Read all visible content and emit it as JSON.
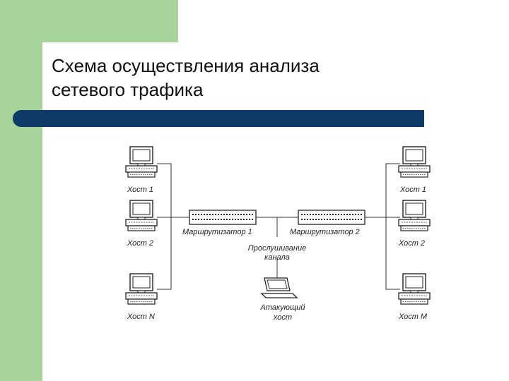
{
  "slide": {
    "title_line1": "Схема осуществления анализа",
    "title_line2": "сетевого трафика"
  },
  "diagram": {
    "left_hosts": [
      "Хост 1",
      "Хост 2",
      "Хост N"
    ],
    "right_hosts": [
      "Хост 1",
      "Хост 2",
      "Хост М"
    ],
    "router1": "Маршрутизатор 1",
    "router2": "Маршрутизатор 2",
    "tap_line1": "Прослушивание",
    "tap_line2": "канала",
    "attacker_line1": "Атакующий",
    "attacker_line2": "хост",
    "icons": [
      "computer-icon",
      "router-icon",
      "laptop-icon"
    ]
  },
  "colors": {
    "accent_green": "#a6d49b",
    "bar_navy": "#0d3a66"
  }
}
